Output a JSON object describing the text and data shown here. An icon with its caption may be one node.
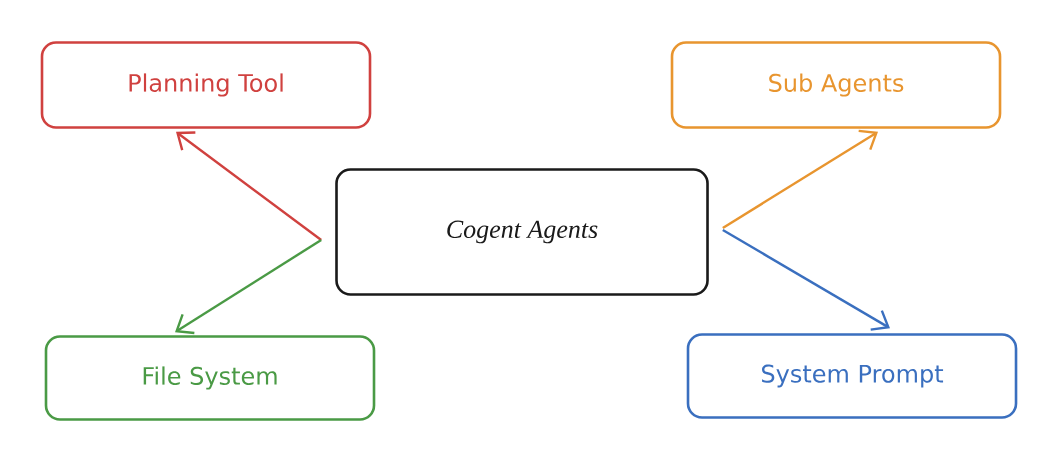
{
  "diagram": {
    "nodes": [
      {
        "text": [
          "Cogent Agents"
        ]
      },
      {
        "text": [
          "Planning Tool"
        ]
      },
      {
        "text": [
          "Sub Agents"
        ]
      },
      {
        "text": [
          "File System"
        ]
      },
      {
        "text": [
          "System Prompt"
        ]
      }
    ],
    "edges": [
      {
        "from": 0,
        "to": 1,
        "arrow": "to",
        "color": "#d0413f"
      },
      {
        "from": 0,
        "to": 2,
        "arrow": "to",
        "color": "#e8952f"
      },
      {
        "from": 0,
        "to": 3,
        "arrow": "to",
        "color": "#4a9a45"
      },
      {
        "from": 0,
        "to": 4,
        "arrow": "to",
        "color": "#3a6fbf"
      }
    ]
  }
}
